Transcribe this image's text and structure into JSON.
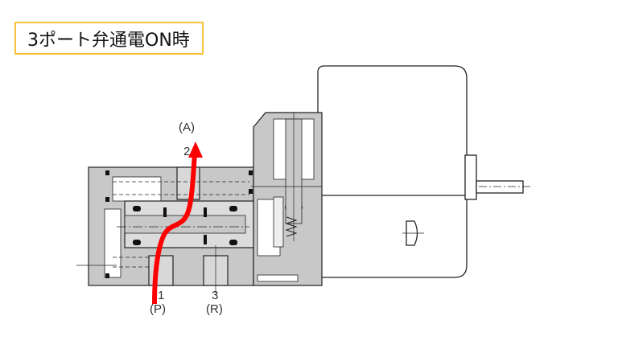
{
  "title": "3ポート弁通電ON時",
  "ports": {
    "a_label": "(A)",
    "a_number": "2",
    "p_number": "1",
    "p_label": "(P)",
    "r_number": "3",
    "r_label": "(R)"
  },
  "colors": {
    "body_fill": "#c8c8c8",
    "outline": "#222222",
    "flow_arrow": "#ff0000",
    "title_border": "#f7c23a"
  }
}
